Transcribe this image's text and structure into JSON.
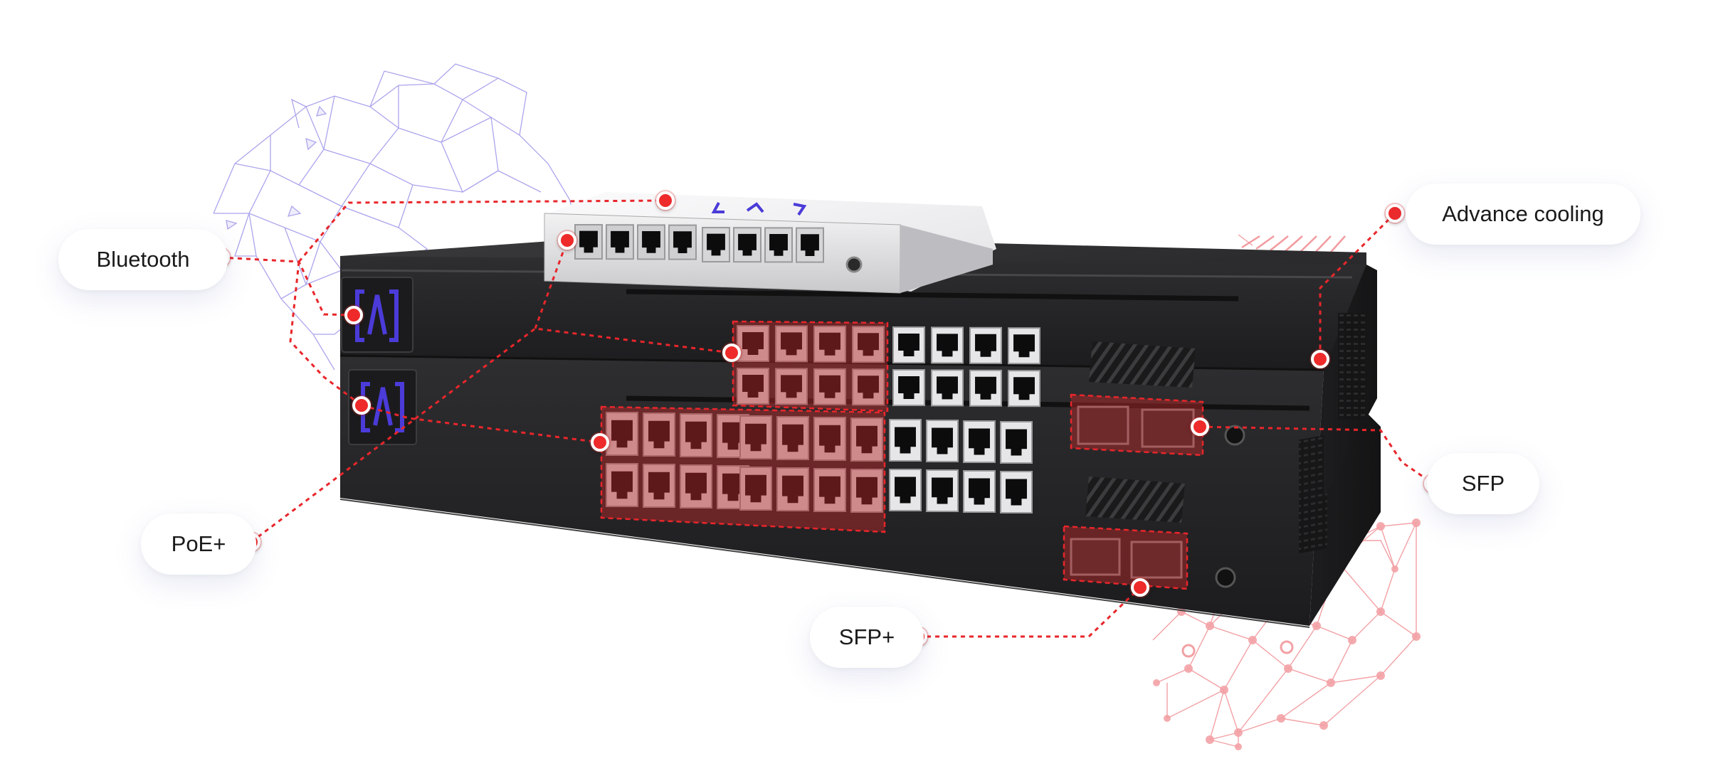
{
  "colors": {
    "accent": "#e8262b",
    "device_body": "#2a2a2c",
    "brand_logo": "#4b3bd8",
    "mesh_left": "#8f88e6",
    "mesh_right": "#f08a8f"
  },
  "callouts": {
    "bluetooth": "Bluetooth",
    "poe": "PoE+",
    "advance_cooling": "Advance cooling",
    "sfp": "SFP",
    "sfp_plus": "SFP+"
  }
}
